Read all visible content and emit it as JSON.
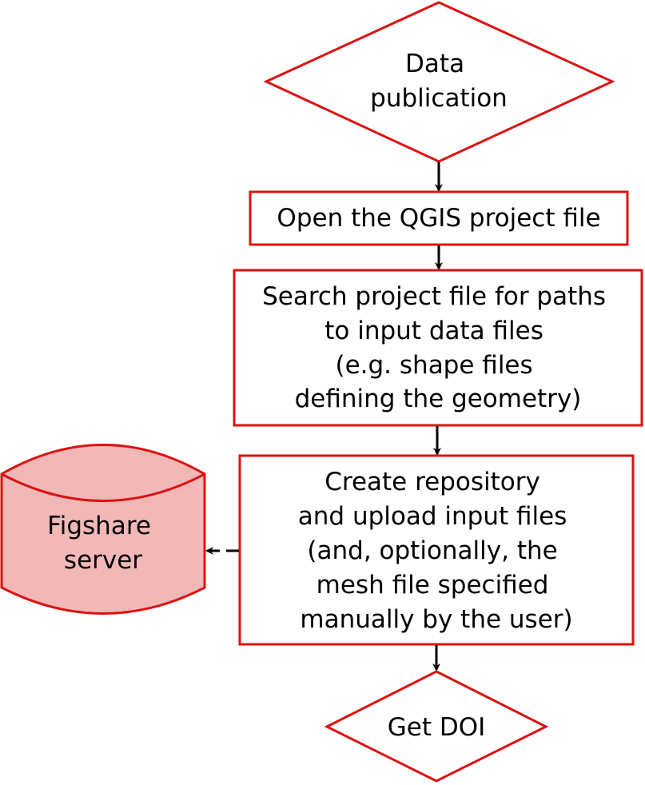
{
  "colors": {
    "stroke": "#dd1111",
    "cylinder_fill": "#f2b8b8",
    "arrow": "#000000",
    "text": "#000000"
  },
  "nodes": {
    "start": {
      "lines": [
        "Data",
        "publication"
      ]
    },
    "open_project": {
      "lines": [
        "Open the QGIS project file"
      ]
    },
    "search_paths": {
      "lines": [
        "Search project file for paths",
        "to input data files",
        "(e.g. shape files",
        "defining the geometry)"
      ]
    },
    "create_repo": {
      "lines": [
        "Create repository",
        "and upload input files",
        "(and, optionally, the",
        "mesh file specified",
        "manually by the user)"
      ]
    },
    "get_doi": {
      "lines": [
        "Get DOI"
      ]
    },
    "figshare": {
      "lines": [
        "Figshare",
        "server"
      ]
    }
  }
}
